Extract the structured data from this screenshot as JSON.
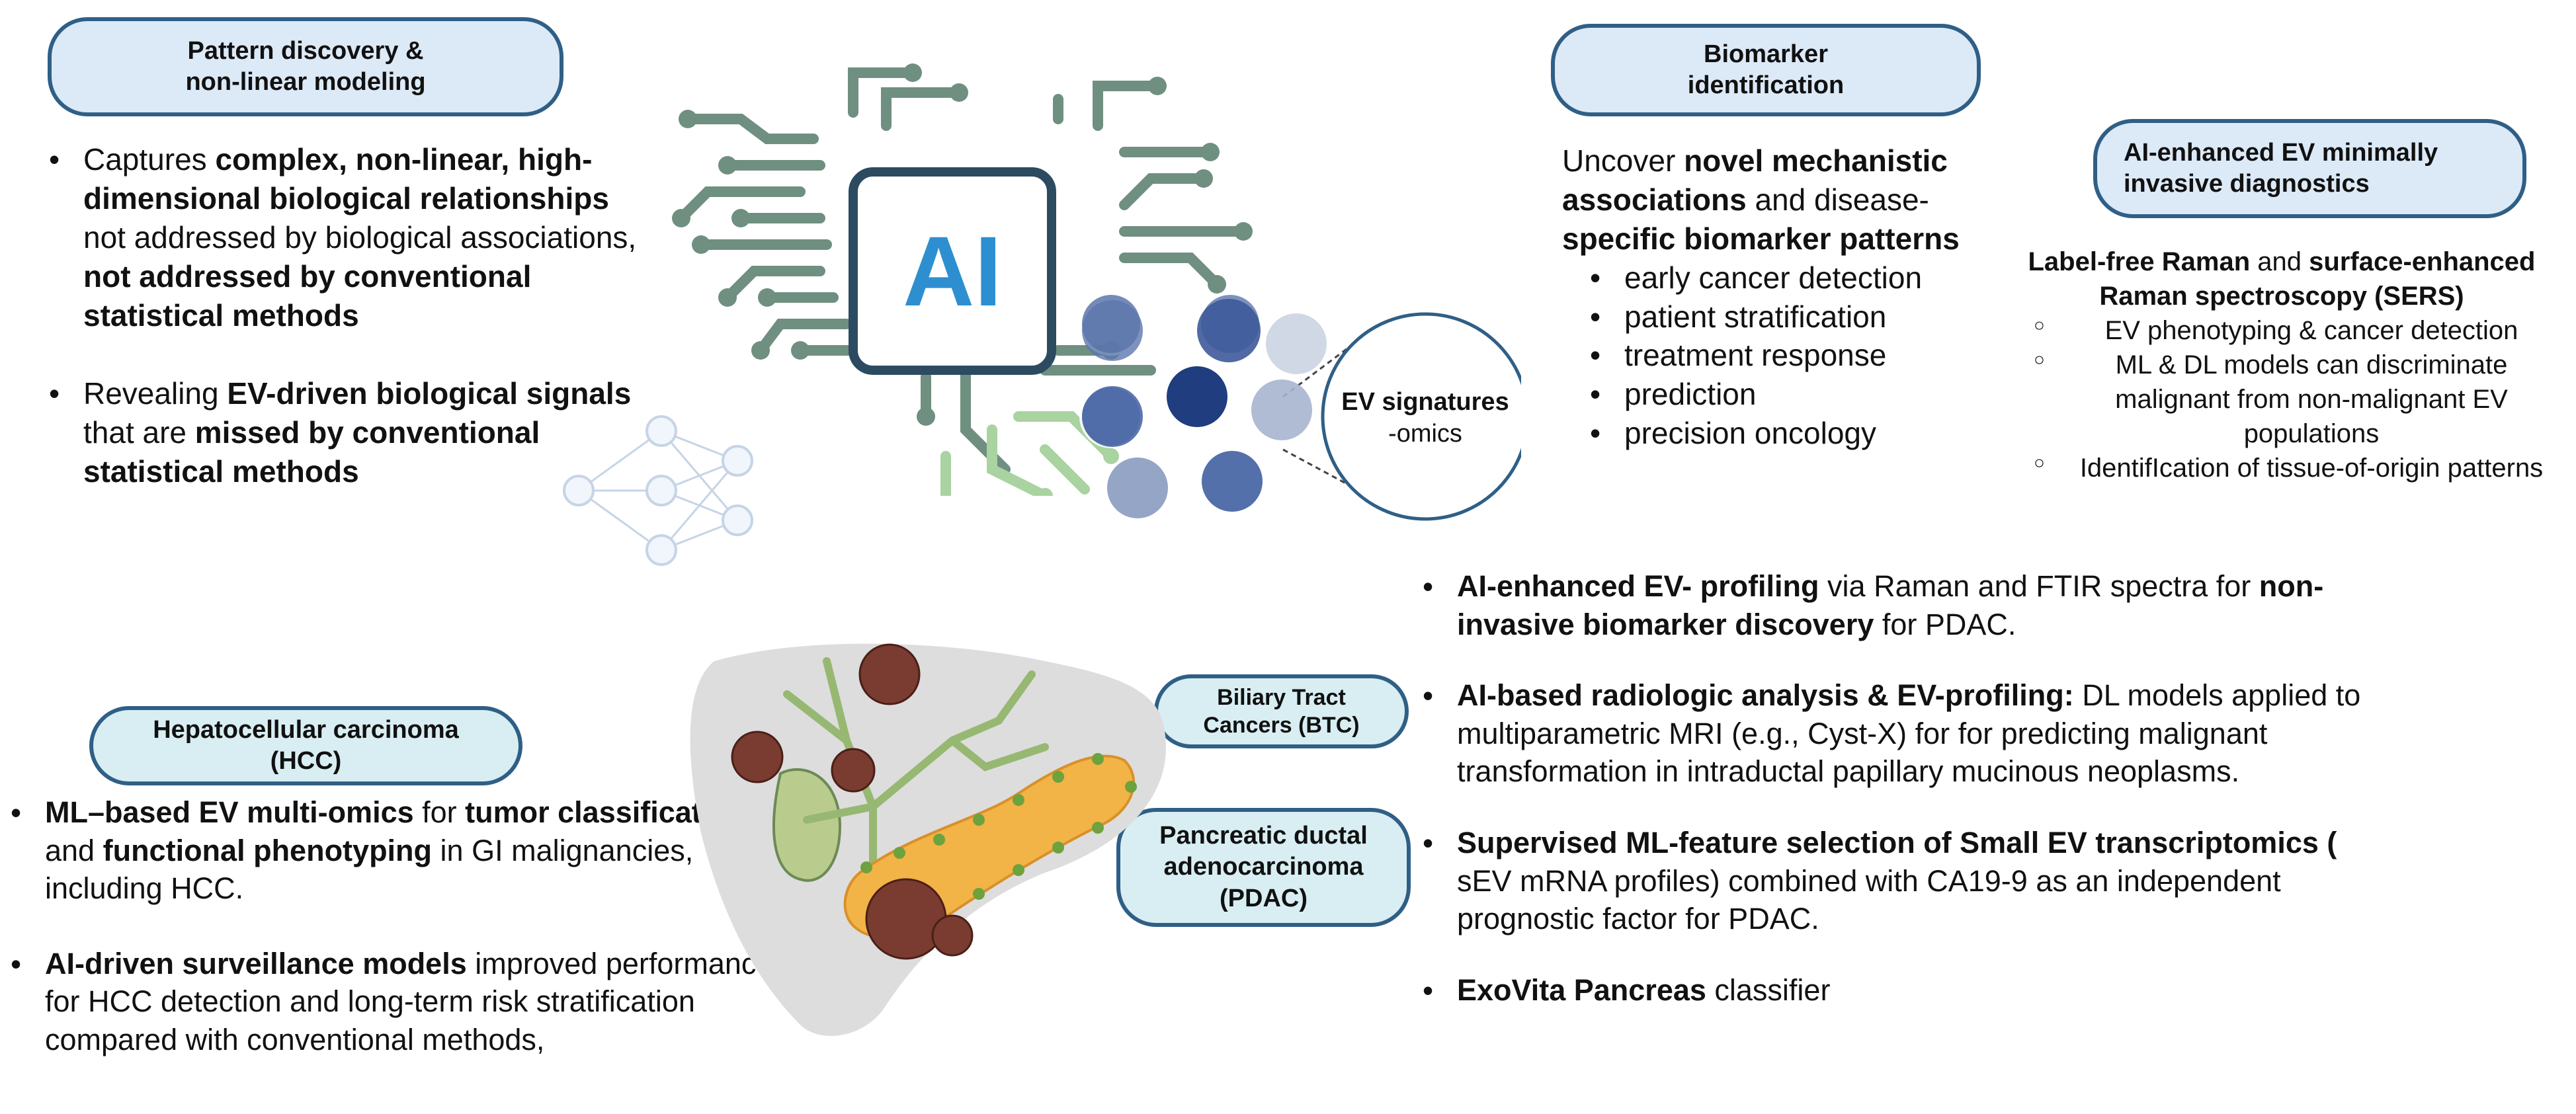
{
  "pills": {
    "pattern": [
      "Pattern discovery &",
      "non-linear modeling"
    ],
    "biomarker": [
      "Biomarker",
      "identification"
    ],
    "ai_enhanced": [
      "AI-enhanced EV minimally",
      "invasive diagnostics"
    ],
    "hcc": [
      "Hepatocellular carcinoma",
      "(HCC)"
    ],
    "btc": [
      "Biliary Tract",
      "Cancers (BTC)"
    ],
    "pdac": [
      "Pancreatic ductal",
      "adenocarcinoma",
      "(PDAC)"
    ]
  },
  "center": {
    "ai_label": "AI",
    "ev_title": "EV signatures",
    "ev_sub": "-omics"
  },
  "pattern_list": [
    [
      {
        "t": "Captures "
      },
      {
        "b": "complex, non-linear, high-dimensional biological relationships"
      },
      {
        "t": " not addressed by biological associations, "
      },
      {
        "b": "not addressed by conventional statistical methods"
      }
    ],
    [
      {
        "t": "Revealing "
      },
      {
        "b": "EV-driven biological signals"
      },
      {
        "t": " that are  "
      },
      {
        "b": "missed by conventional statistical methods"
      }
    ]
  ],
  "biomarker_text": [
    {
      "t": "Uncover "
    },
    {
      "b": "novel mechanistic associations"
    },
    {
      "t": " and disease-"
    },
    {
      "b": "specific biomarker patterns"
    }
  ],
  "biomarker_list": [
    "early cancer detection",
    "patient stratification",
    "treatment response",
    "prediction",
    "precision oncology"
  ],
  "raman_text": [
    {
      "b": "Label-free Raman"
    },
    {
      "t": " and "
    },
    {
      "b": "surface-enhanced Raman spectroscopy (SERS)"
    }
  ],
  "raman_list": [
    "EV phenotyping & cancer detection",
    "ML & DL  models can discriminate malignant from non-malignant EV populations",
    "IdentifIcation of  tissue-of-origin patterns"
  ],
  "hcc_list": [
    [
      {
        "b": "ML–based EV multi-omics"
      },
      {
        "t": " for "
      },
      {
        "b": "tumor classification"
      },
      {
        "t": " and "
      },
      {
        "b": "functional phenotyping"
      },
      {
        "t": " in GI malignancies, including HCC."
      }
    ],
    [
      {
        "b": " AI-driven surveillance models"
      },
      {
        "t": " improved performance for HCC detection and long-term risk stratification compared with conventional methods,"
      }
    ]
  ],
  "pdac_list": [
    [
      {
        "b": " AI-enhanced EV- profiling"
      },
      {
        "t": " via Raman and FTIR spectra for "
      },
      {
        "b": "non-invasive biomarker discovery"
      },
      {
        "t": " for PDAC."
      }
    ],
    [
      {
        "b": "AI-based radiologic analysis & EV-profiling:"
      },
      {
        "t": " DL models applied to multiparametric MRI (e.g., Cyst-X) for  for predicting malignant transformation in intraductal papillary mucinous neoplasms."
      }
    ],
    [
      {
        "b": "Supervised ML-feature selection of Small EV transcriptomics ( "
      },
      {
        "t": "sEV mRNA profiles)   combined with CA19-9 as  an independent prognostic factor for PDAC."
      }
    ],
    [
      {
        "b": " ExoVita Pancreas"
      },
      {
        "t": " classifier"
      }
    ]
  ],
  "colors": {
    "pill_border": "#2f5f86",
    "pill_fill": "#dce9f7",
    "ai_blue": "#2e8fd0",
    "circuit_gray": "#6f8f80",
    "circuit_green": "#a9d3a0"
  }
}
